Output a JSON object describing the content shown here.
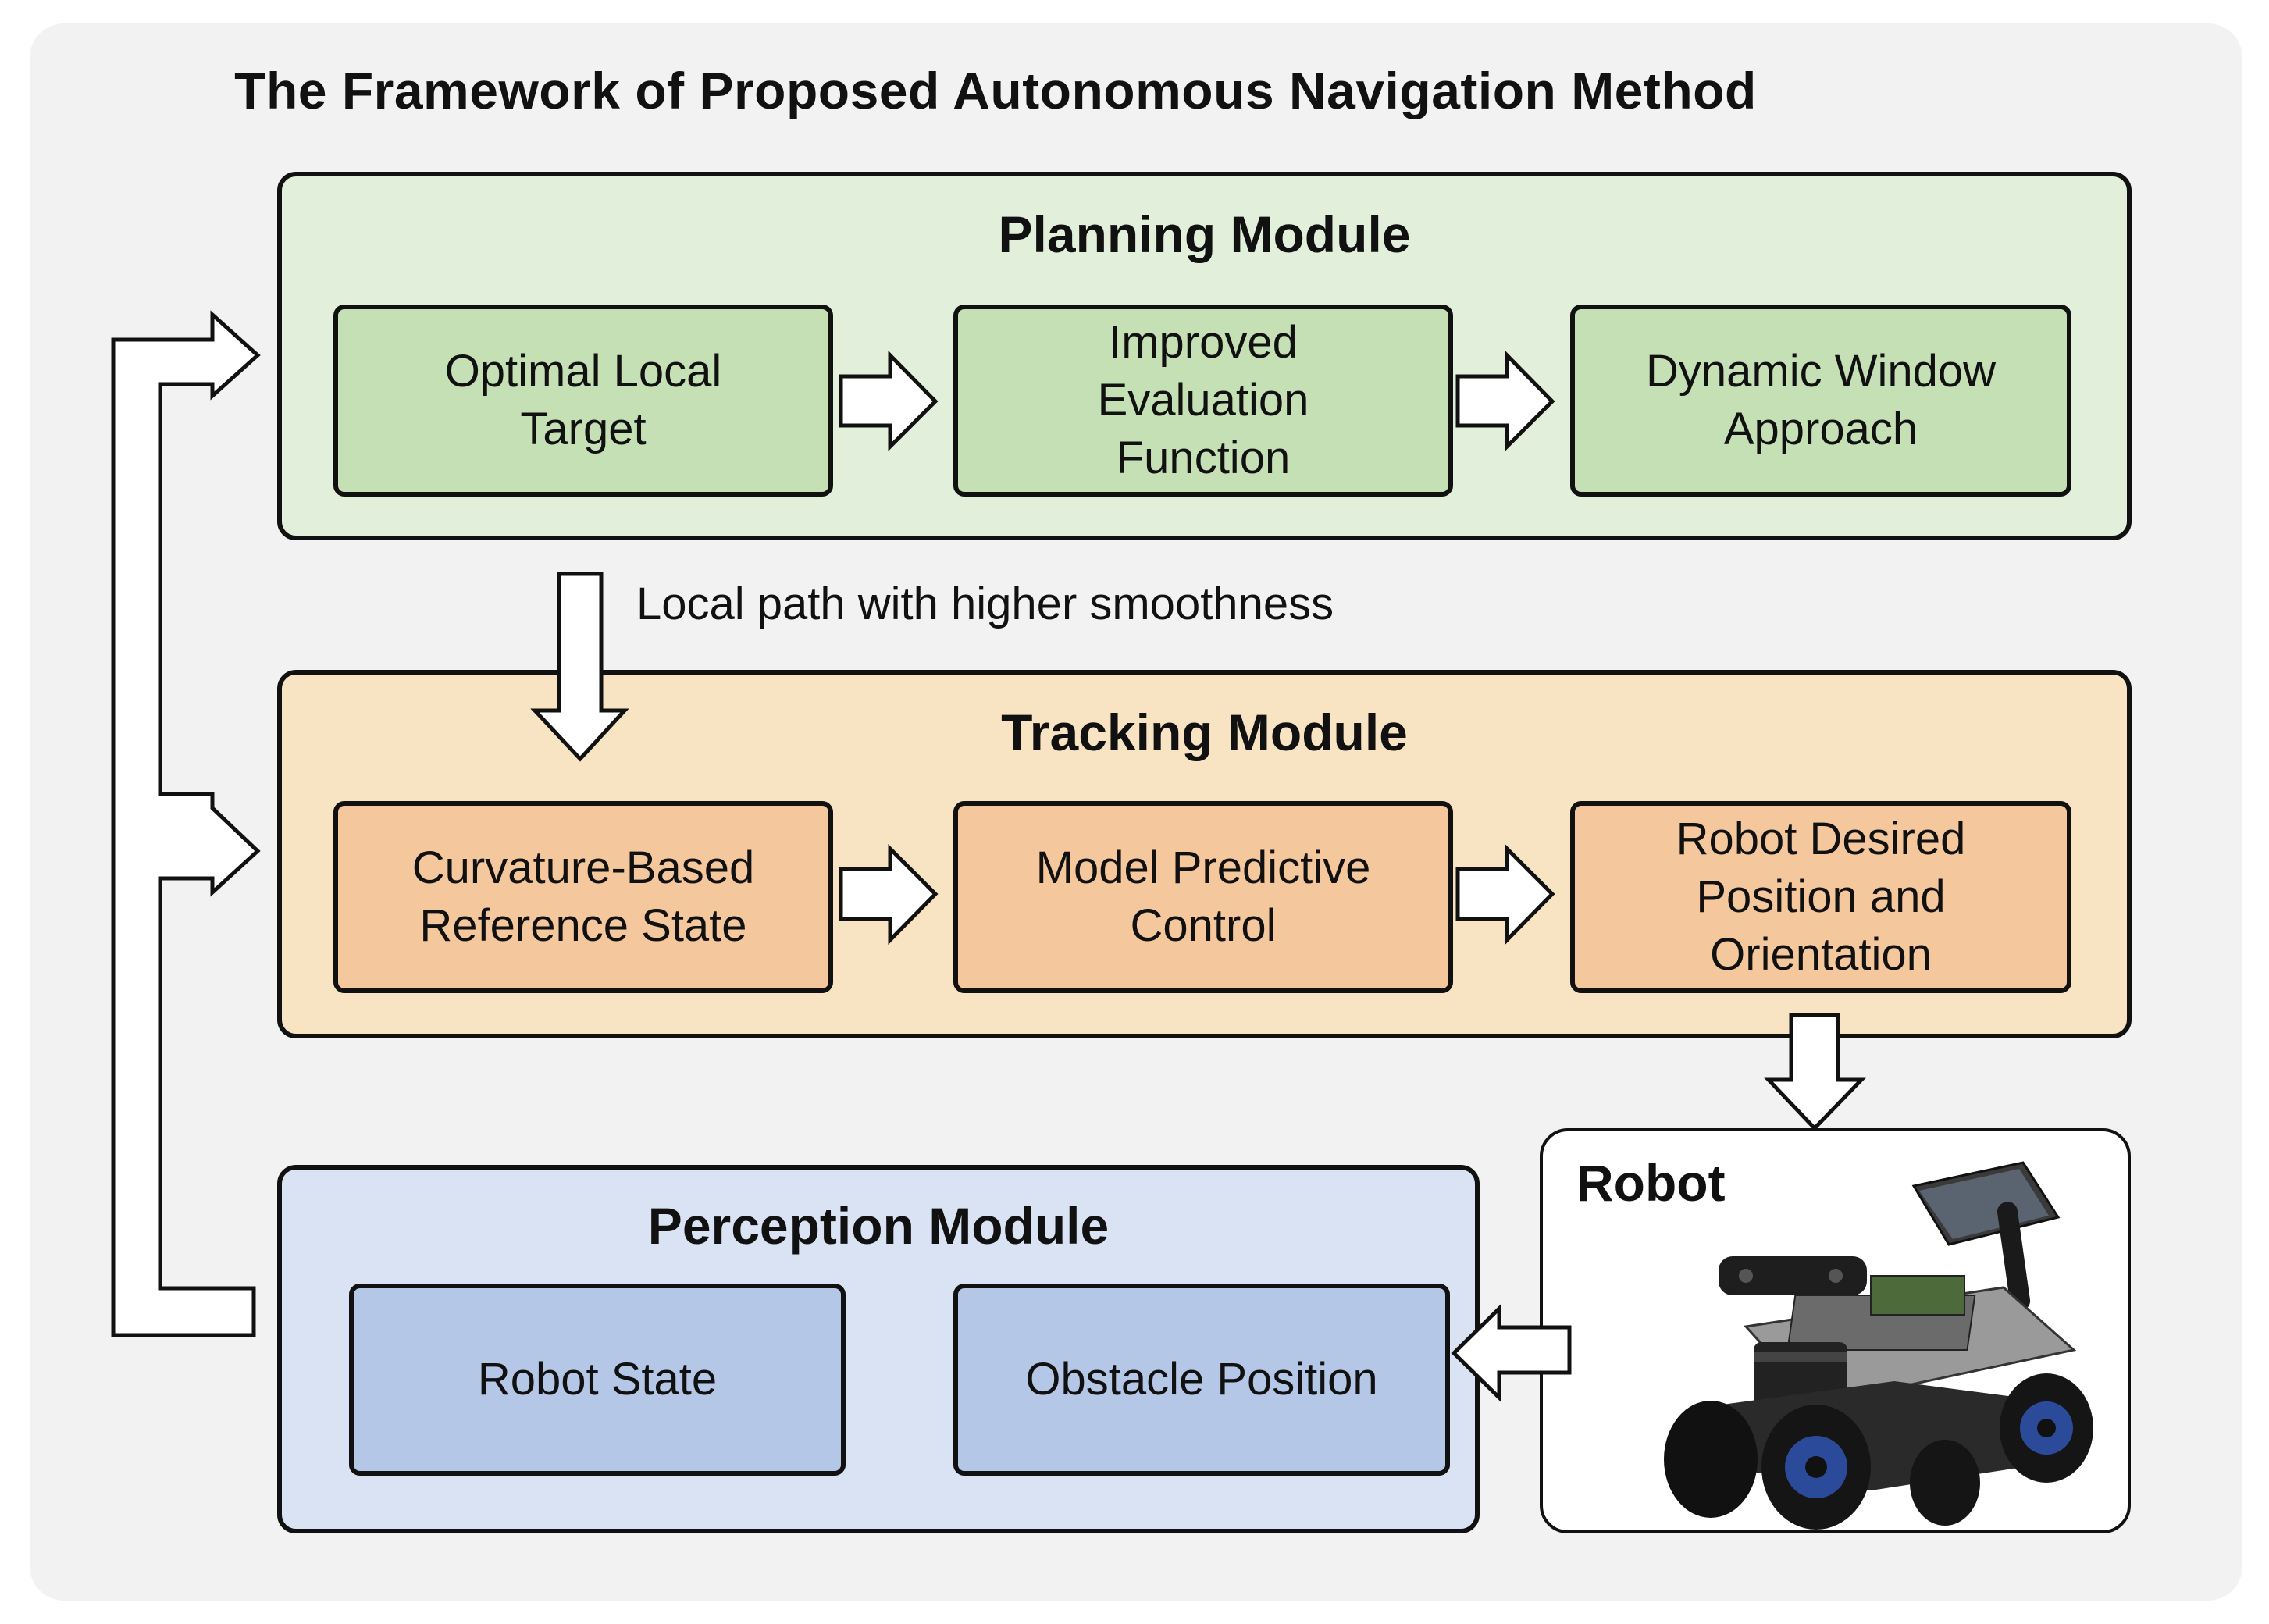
{
  "title": "The Framework of Proposed Autonomous Navigation Method",
  "modules": {
    "planning": {
      "title": "Planning Module",
      "color": "#e2efda",
      "block_color": "#c5e0b4",
      "blocks": [
        "Optimal Local\nTarget",
        "Improved\nEvaluation\nFunction",
        "Dynamic Window\nApproach"
      ]
    },
    "tracking": {
      "title": "Tracking Module",
      "color": "#f8e4c2",
      "block_color": "#f4c79c",
      "blocks": [
        "Curvature-Based\nReference State",
        "Model Predictive\nControl",
        "Robot Desired\nPosition and\nOrientation"
      ]
    },
    "perception": {
      "title": "Perception Module",
      "color": "#dae3f3",
      "block_color": "#b4c7e7",
      "blocks": [
        "Robot State",
        "Obstacle Position"
      ]
    }
  },
  "edge_label": "Local path with higher smoothness",
  "robot": {
    "label": "Robot",
    "image": "robot-car-photo"
  }
}
